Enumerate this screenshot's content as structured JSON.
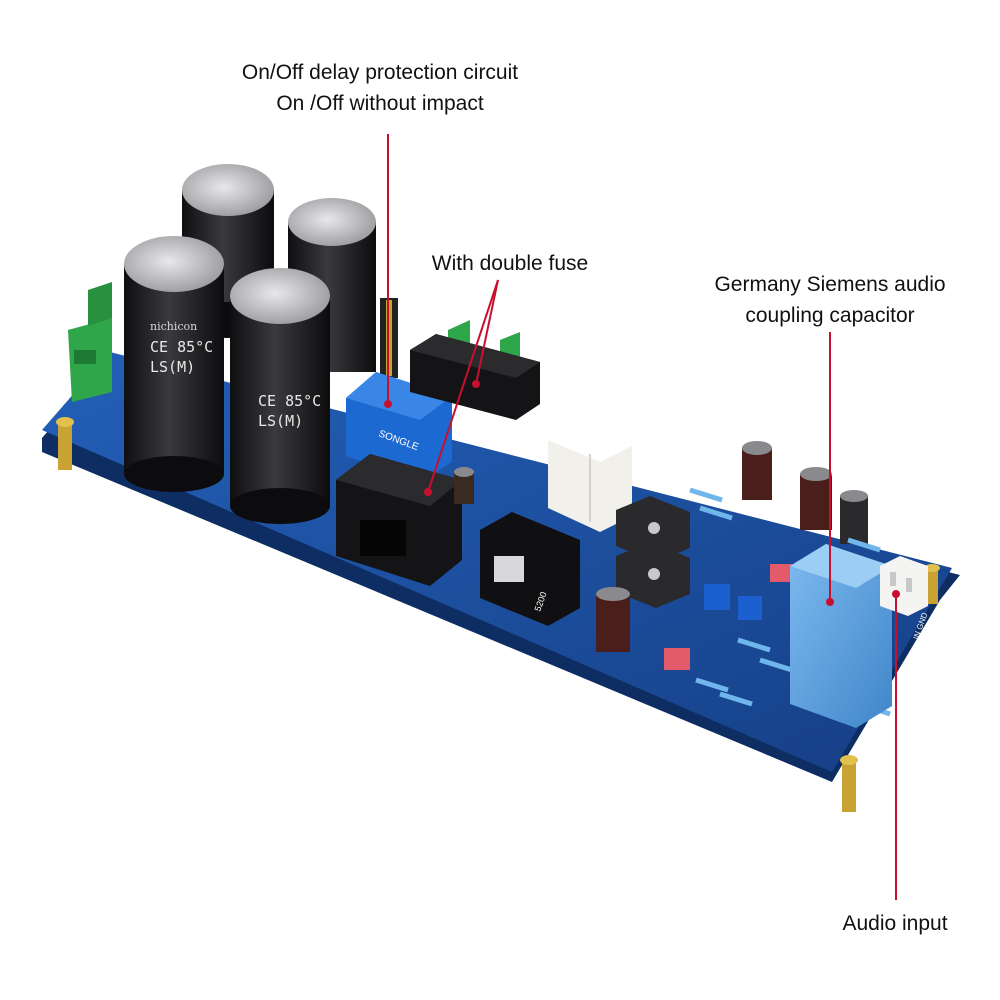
{
  "annotations": {
    "delay": {
      "line1": "On/Off delay protection circuit",
      "line2": "On /Off without impact"
    },
    "fuse": {
      "text": "With double fuse"
    },
    "siemens": {
      "line1": "Germany Siemens audio",
      "line2": "coupling capacitor"
    },
    "audio_input": {
      "text": "Audio input"
    }
  },
  "board_text": {
    "cap_line1": "CE 85°C",
    "cap_line2": "LS(M)",
    "cap_brand": "nichicon",
    "relay_text": "SONGLE",
    "conn_label": "IN GND",
    "ic_label": "5200"
  },
  "colors": {
    "pcb": "#1a4fa0",
    "leader_line": "#c8102e",
    "capacitor": "#1d1d1f",
    "terminal": "#2fa64a",
    "relay": "#1c6ad1",
    "siemens_cap": "#5aa0dc"
  }
}
